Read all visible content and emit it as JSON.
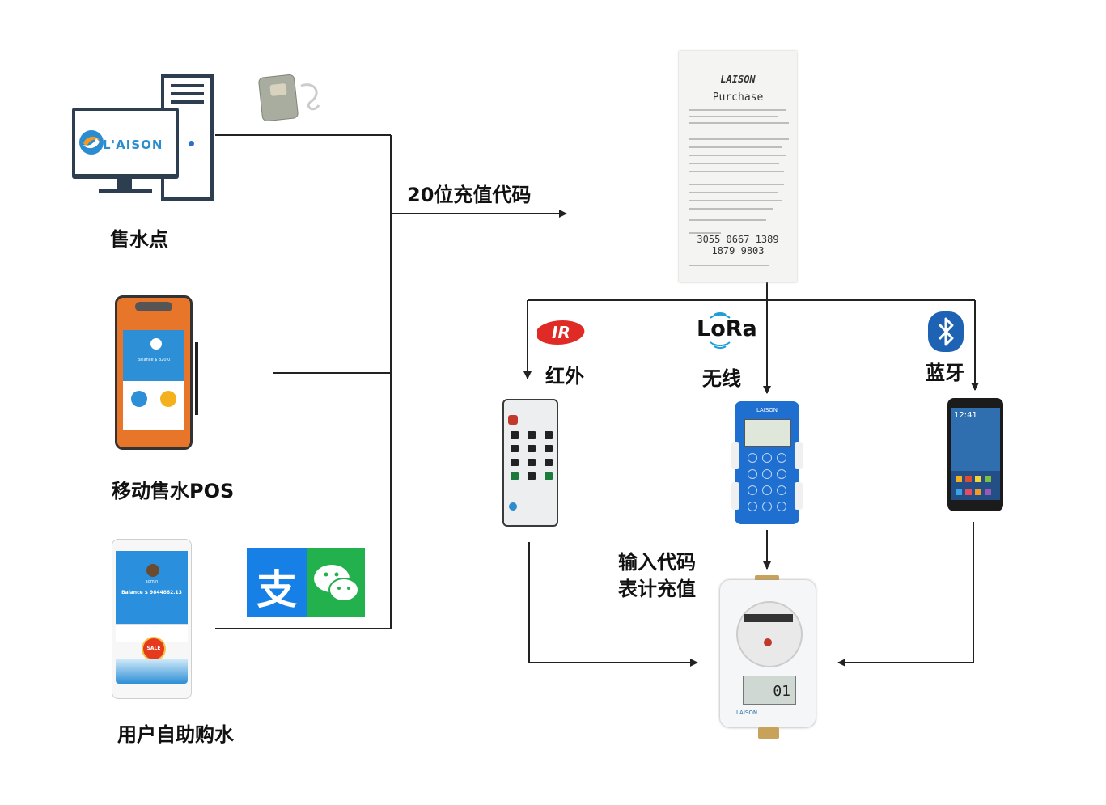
{
  "labels": {
    "sale_point": "售水点",
    "mobile_pos": "移动售水POS",
    "self_service": "用户自助购水",
    "code_20": "20位充值代码",
    "infrared": "红外",
    "wireless": "无线",
    "bluetooth": "蓝牙",
    "input_code_line1": "输入代码",
    "input_code_line2": "表计充值"
  },
  "logos": {
    "laison": "L'AISON",
    "lora": "LoRa",
    "ir": "IR",
    "alipay_glyph": "支"
  },
  "receipt": {
    "brand": "LAISON",
    "title": "Purchase",
    "token_line1": "3055 0667 1389",
    "token_line2": "1879 9803"
  },
  "pos_device": {
    "balance": "Balance $ 820.0"
  },
  "self_phone": {
    "user": "admin",
    "balance": "Balance $ 9844862.13",
    "sale_badge": "SALE"
  },
  "smartphone": {
    "clock": "12:41"
  },
  "ciu": {
    "brand": "LAISON"
  },
  "meter": {
    "reading": "01",
    "brand": "LAISON"
  },
  "colors": {
    "line": "#222222",
    "laison_blue": "#2b8ccf",
    "laison_orange": "#f29a22",
    "alipay": "#1680e6",
    "wechat": "#22b14c",
    "bluetooth": "#1d62b3",
    "ir_red": "#e02a25"
  }
}
